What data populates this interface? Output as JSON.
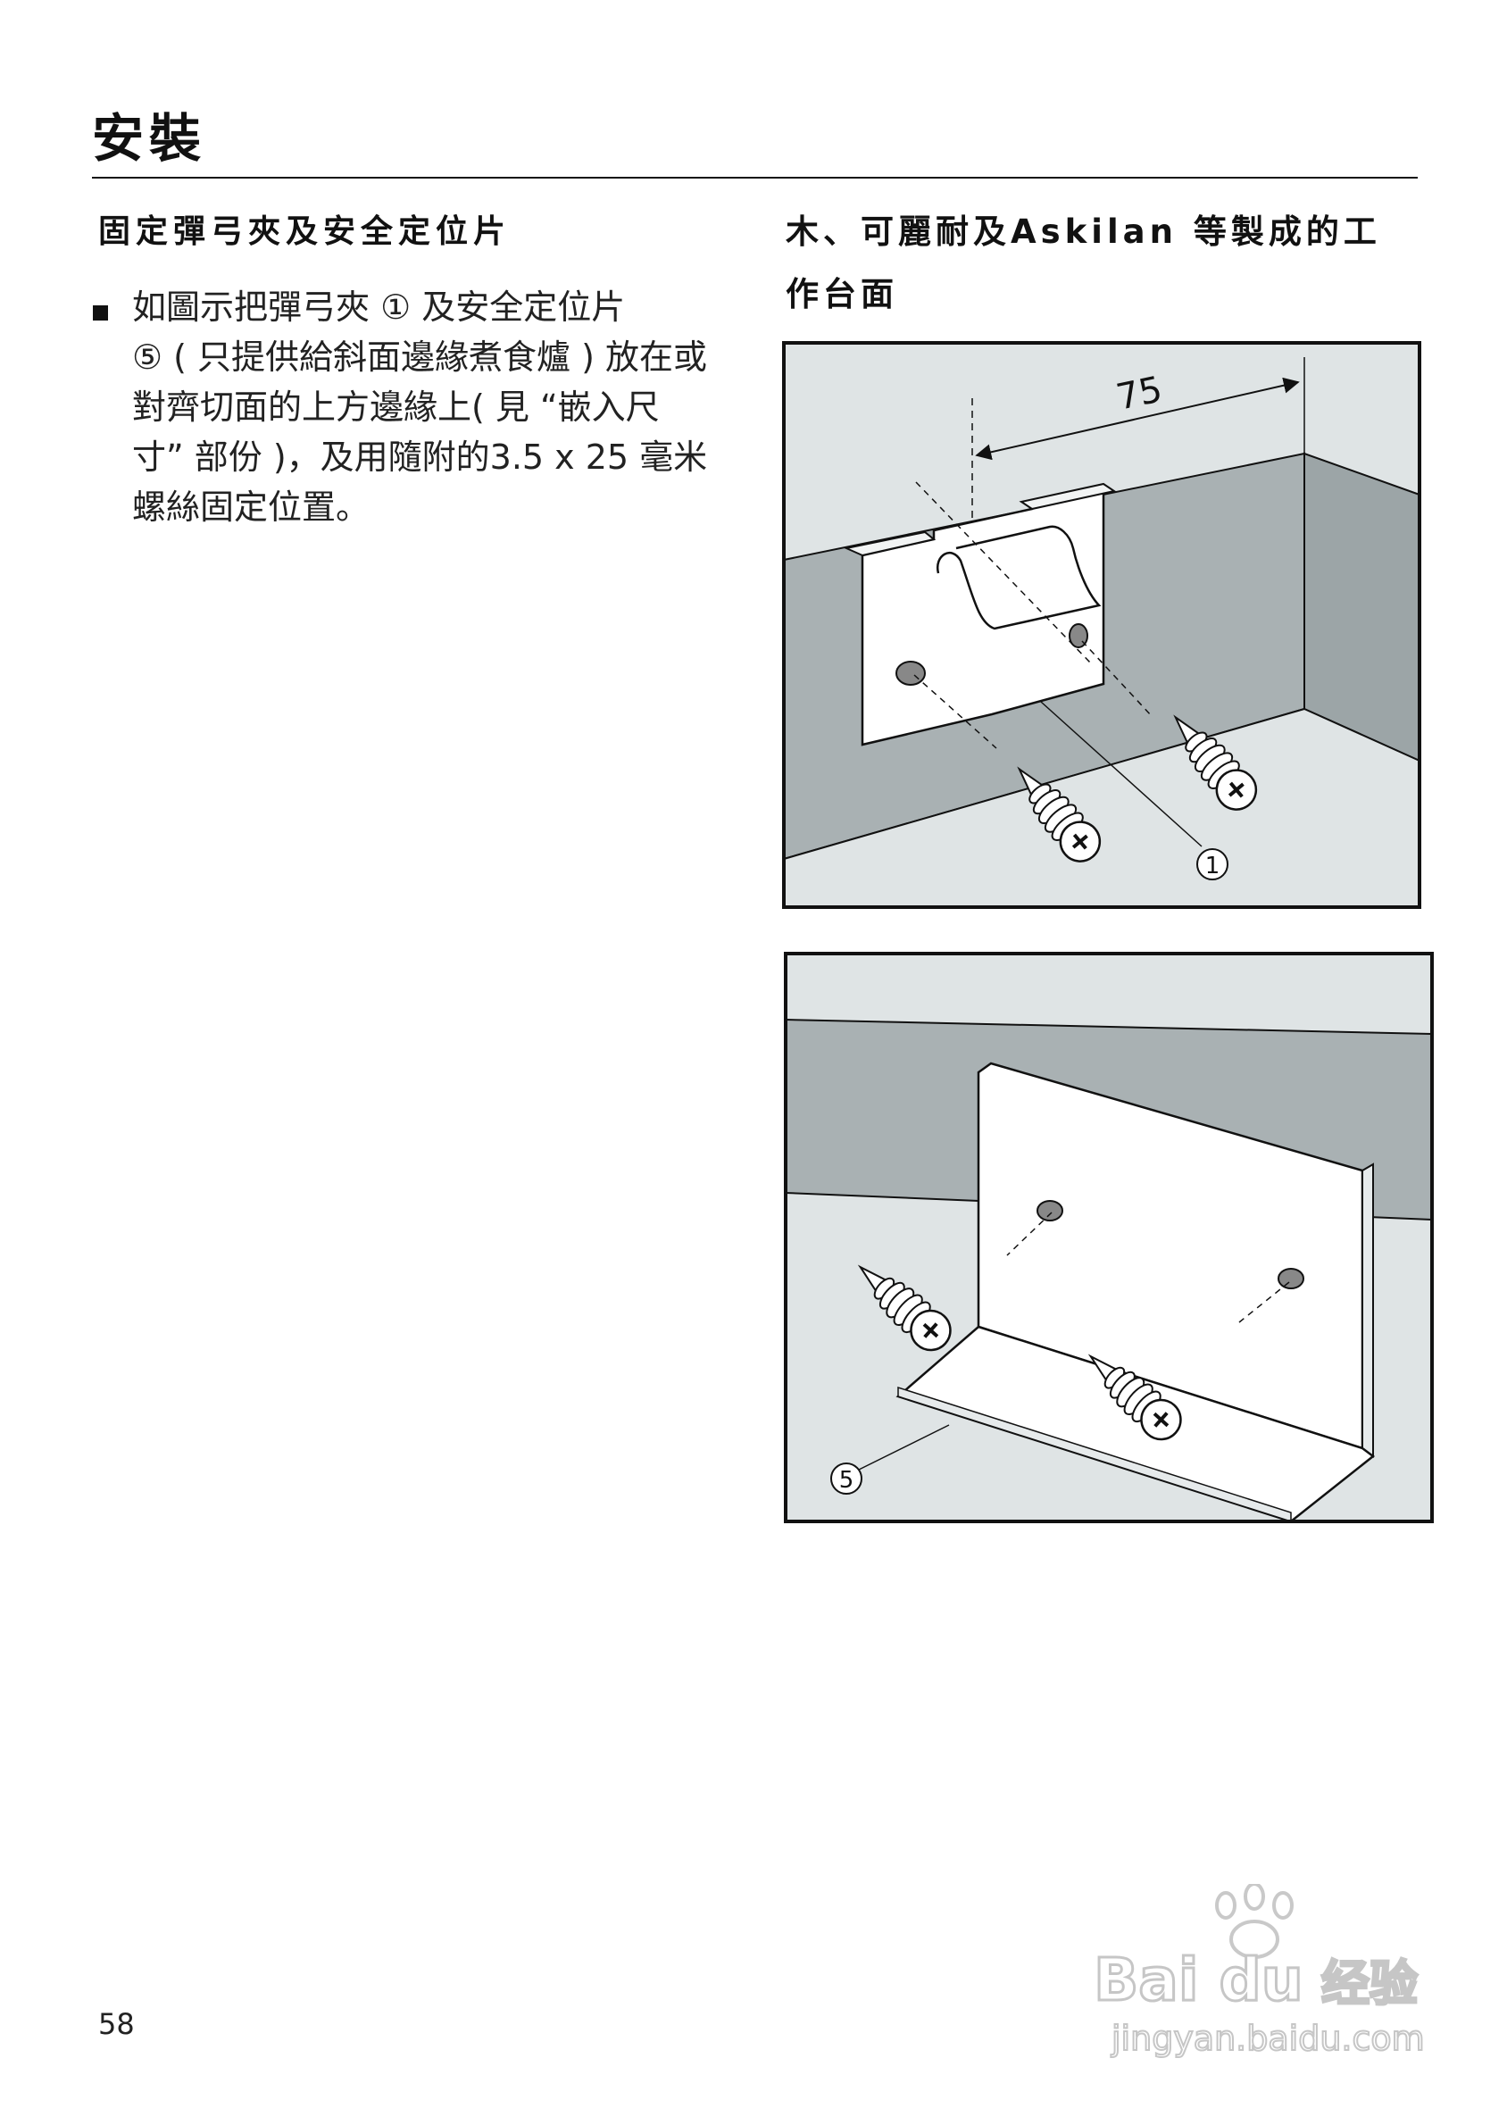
{
  "page": {
    "title": "安裝",
    "section_left_heading": "固定彈弓夾及安全定位片",
    "section_right_heading_line1": "木、可麗耐及Askilan 等製成的工",
    "section_right_heading_line2": "作台面",
    "bullet_lines": [
      "如圖示把彈弓夾 ① 及安全定位片",
      "⑤ ( 只提供給斜面邊緣煮食爐 ) 放在或",
      "對齊切面的上方邊緣上( 見 “嵌入尺",
      "寸” 部份 )，及用隨附的3.5 x 25 毫米",
      "螺絲固定位置。"
    ],
    "page_number": "58"
  },
  "figure1": {
    "dimension_label": "75",
    "callout": "1"
  },
  "figure2": {
    "callout": "5"
  },
  "watermark": {
    "brand": "Bai du",
    "brand_cn": "经验",
    "url": "jingyan.baidu.com"
  },
  "colors": {
    "wall_gray": "#a9b1b3",
    "counter_light": "#dfe4e5",
    "line": "#111111"
  }
}
